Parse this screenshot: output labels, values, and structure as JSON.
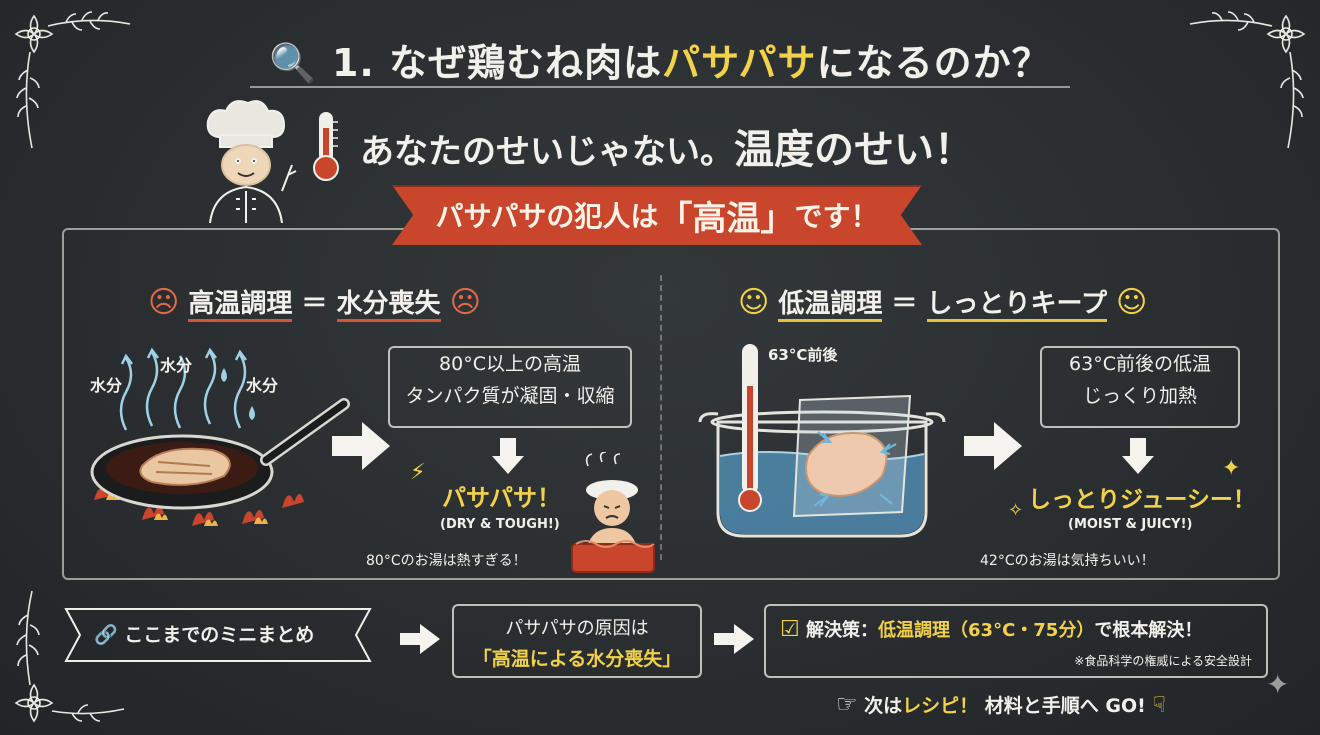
{
  "title": {
    "prefix": "1. なぜ鶏むね肉は",
    "highlight": "パサパサ",
    "suffix": "になるのか？"
  },
  "subtitle": {
    "main": "あなたのせいじゃない。",
    "emphasis": "温度のせい！"
  },
  "banner": {
    "part1": "パサパサの犯人は",
    "part2": "「高温」",
    "part3": "です！"
  },
  "left": {
    "heading_a": "高温調理",
    "heading_eq": "＝",
    "heading_b": "水分喪失",
    "steam_label_1": "水分",
    "steam_label_2": "水分",
    "steam_label_3": "水分",
    "box_line1": "80°C以上の高温",
    "box_line2": "タンパク質が凝固・収縮",
    "result": "パサパサ！",
    "result_en": "(DRY & TOUGH!)",
    "note": "80°Cのお湯は熱すぎる！"
  },
  "right": {
    "heading_a": "低温調理",
    "heading_eq": "＝",
    "heading_b": "しっとりキープ",
    "thermo_label": "63°C前後",
    "box_line1": "63°C前後の低温",
    "box_line2": "じっくり加熱",
    "result": "しっとりジューシー！",
    "result_en": "(MOIST & JUICY!)",
    "note": "42°Cのお湯は気持ちいい！"
  },
  "summary": {
    "label": "ここまでのミニまとめ",
    "cause_line1": "パサパサの原因は",
    "cause_line2": "「高温による水分喪失」",
    "solution_prefix": "解決策：",
    "solution_highlight": "低温調理（63°C・75分）",
    "solution_suffix": "で根本解決！",
    "solution_note": "※食品科学の権威による安全設計"
  },
  "next": {
    "prefix": "次は",
    "highlight": "レシピ！",
    "suffix": " 材料と手順へ GO!"
  },
  "colors": {
    "accent_yellow": "#f3d24a",
    "accent_red": "#c9452c",
    "chalk": "#f1f0ea",
    "board": "#2a2e30",
    "water": "#4e86a8"
  }
}
